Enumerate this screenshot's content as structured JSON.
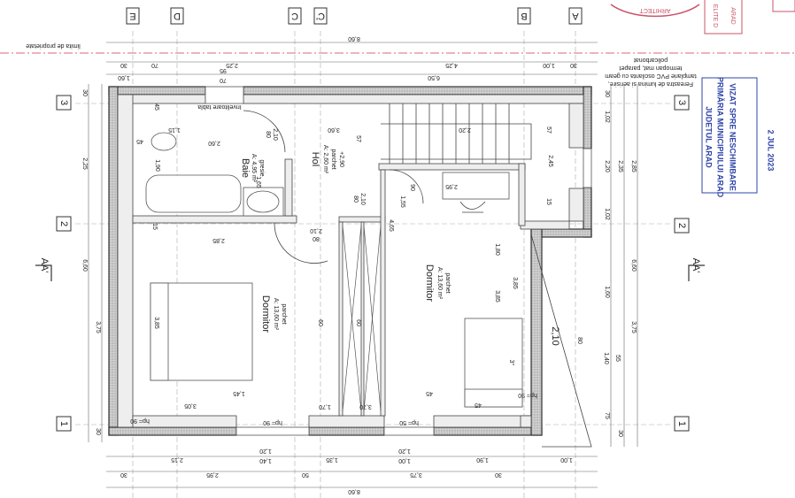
{
  "axes": {
    "top": [
      "E",
      "D",
      "C",
      "C'",
      "B",
      "A"
    ],
    "left": [
      "3",
      "2",
      "1"
    ],
    "right": [
      "3",
      "2",
      "1"
    ]
  },
  "section_marks": [
    "AA'",
    "AA'"
  ],
  "property_limit": "limita de proprietate",
  "window_note": [
    "Fereastra de lumina si aerisire,",
    "tamplarie PVC oscilanta cu geam",
    "termopan mat, parapet",
    "policarbonat"
  ],
  "dims_top": [
    "8,60",
    "30",
    "70",
    "2,25",
    "4,25",
    "1,00",
    "30",
    "1,60",
    "70",
    "95",
    "6,50"
  ],
  "dims_bottom": [
    "2,15",
    "1,40",
    "1,20",
    "1,35",
    "1,00",
    "1,20",
    "1,90",
    "1,00",
    "30",
    "2,95",
    "50",
    "3,75",
    "30",
    "8,60"
  ],
  "dims_left": [
    "30",
    "2,25",
    "6,60",
    "3,75",
    "30"
  ],
  "dims_right": [
    "30",
    "1,02",
    "2,20",
    "2,35",
    "2,85",
    "1,02",
    "6,60",
    "1,60",
    "1,40",
    "55",
    "3,75",
    "75",
    "30"
  ],
  "rooms": [
    {
      "name": "Baie",
      "area": "A: 4,95 m²",
      "floor": "gresie"
    },
    {
      "name": "Hol",
      "area": "A: 2,60 m²",
      "floor": "parchet",
      "level": "+2,90"
    },
    {
      "name": "Dormitor",
      "area": "A: 13,60 m²",
      "floor": "parchet"
    },
    {
      "name": "Dormitor",
      "area": "A: 13,60 m²",
      "floor": "parchet"
    }
  ],
  "inner_dims": [
    "1,15",
    "2,60",
    "1,90",
    "1,65",
    "45",
    "45",
    "2,85",
    "15",
    "80",
    "2,10",
    "80",
    "2,10",
    "80",
    "2,10",
    "1,55",
    "90",
    "3,60",
    "57",
    "2,20",
    "57",
    "2,45",
    "15",
    "2,95",
    "4,65",
    "1,80",
    "3,85",
    "3,85",
    "3,85",
    "60",
    "60",
    "1,70",
    "3,70",
    "3,05",
    "1,45",
    "45",
    "45",
    "hp= 90",
    "hp= 90",
    "hp= 90",
    "hp= 50",
    "Invelitoare tabla",
    "3°",
    "80",
    "2,10"
  ],
  "stamps": {
    "blue": [
      "JUDETUL ARAD",
      "PRIMĂRIA MUNICIPIULUI ARAD",
      "VIZAT SPRE NESCHIMBARE",
      "2 JUL 2023"
    ],
    "red": [
      "ARHITECT",
      "ELITE D",
      "ARAD"
    ]
  },
  "colors": {
    "property_line": "#d46a7a",
    "stamp_blue": "#2f45a8",
    "stamp_red": "#c8566a"
  }
}
